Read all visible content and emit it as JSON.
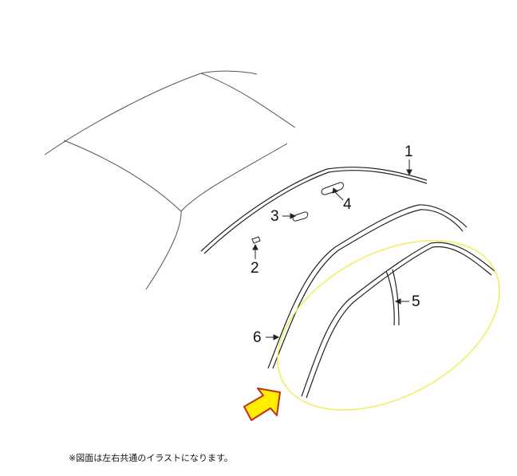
{
  "diagram": {
    "type": "parts-illustration",
    "subject": "car roof with roof moldings and door weatherstrips",
    "callouts": [
      {
        "id": "1",
        "label": "1"
      },
      {
        "id": "2",
        "label": "2"
      },
      {
        "id": "3",
        "label": "3"
      },
      {
        "id": "4",
        "label": "4"
      },
      {
        "id": "5",
        "label": "5"
      },
      {
        "id": "6",
        "label": "6"
      }
    ],
    "highlight": {
      "shape": "ellipse",
      "color": "#f0ef5a",
      "encloses_part": "5"
    },
    "pointer_arrow": {
      "fill": "#ffee00",
      "stroke": "#c0301a"
    },
    "note": "※図面は左右共通のイラストになります。"
  }
}
